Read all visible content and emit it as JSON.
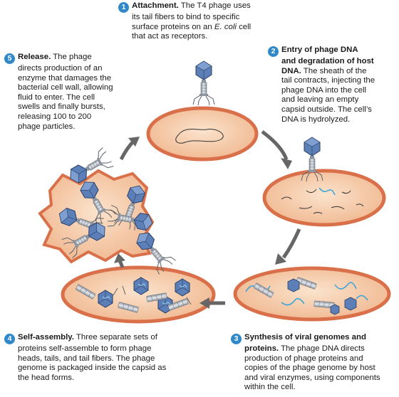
{
  "steps": [
    {
      "number": "1",
      "title": "Attachment.",
      "text_line1": " The T4 phage uses",
      "text_line2": "its tail fibers to bind to specific",
      "text_line3a": "surface proteins on an ",
      "text_line3_italic": "E. coli",
      "text_line3b": " cell",
      "text_line4": "that act as receptors."
    },
    {
      "number": "2",
      "title_line1": "Entry of phage DNA",
      "title_line2": "and degradation of host",
      "title_line3": "DNA.",
      "text_line1": " The sheath of the",
      "text_line2": "tail contracts, injecting the",
      "text_line3": "phage DNA into the cell",
      "text_line4": "and leaving an empty",
      "text_line5": "capsid outside. The cell’s",
      "text_line6": "DNA is hydrolyzed."
    },
    {
      "number": "3",
      "title_line1": "Synthesis of viral genomes and",
      "title_line2": "proteins.",
      "text_line1": " The phage DNA directs",
      "text_line2": "production of phage proteins and",
      "text_line3": "copies of the phage genome by host",
      "text_line4": "and viral enzymes, using components",
      "text_line5": "within the cell."
    },
    {
      "number": "4",
      "title": "Self-assembly.",
      "text_line1": " Three separate sets of",
      "text_line2": "proteins self-assemble to form phage",
      "text_line3": "heads, tails, and tail fibers. The phage",
      "text_line4": "genome is packaged inside the capsid as",
      "text_line5": "the head forms."
    },
    {
      "number": "5",
      "title": "Release.",
      "text_line1": " The phage",
      "text_line2": "directs production of an",
      "text_line3": "enzyme that damages the",
      "text_line4": "bacterial cell wall, allowing",
      "text_line5": "fluid to enter. The cell",
      "text_line6": "swells and finally bursts,",
      "text_line7": "releasing 100 to 200",
      "text_line8": "phage particles."
    }
  ],
  "colors": {
    "badge": "#2e88c9",
    "cell_fill": "#f3c9a3",
    "cell_wall": "#d9704a",
    "phage_head": "#4a6fa5",
    "phage_tail": "#b9bfc7",
    "viral_dna": "#35a2d8",
    "arrow": "#666666"
  }
}
